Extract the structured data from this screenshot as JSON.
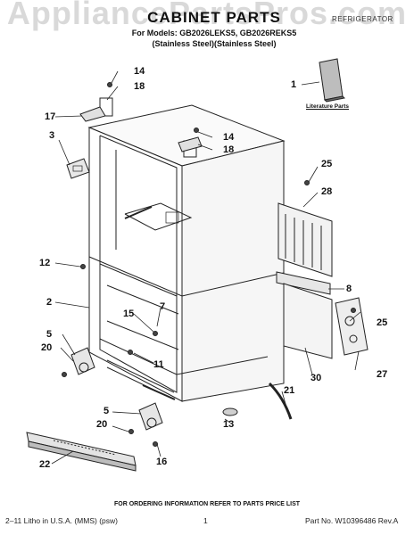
{
  "header": {
    "watermark": "AppliancePartsPros.com",
    "title": "CABINET PARTS",
    "brand": "REFRIGERATOR",
    "models": "For Models: GB2026LEKS5, GB2026REKS5",
    "finish": "(Stainless Steel)(Stainless Steel)"
  },
  "literature_label": "Literature Parts",
  "parts": [
    "1",
    "2",
    "3",
    "5",
    "5",
    "7",
    "8",
    "11",
    "12",
    "13",
    "14",
    "14",
    "15",
    "16",
    "17",
    "18",
    "18",
    "20",
    "20",
    "21",
    "22",
    "25",
    "25",
    "27",
    "28",
    "30"
  ],
  "footer": {
    "order_note": "FOR ORDERING INFORMATION REFER TO PARTS PRICE LIST",
    "litho": "2–11 Litho in U.S.A. (MMS) (psw)",
    "page": "1",
    "part_no": "Part No. W10396486 Rev.A"
  }
}
